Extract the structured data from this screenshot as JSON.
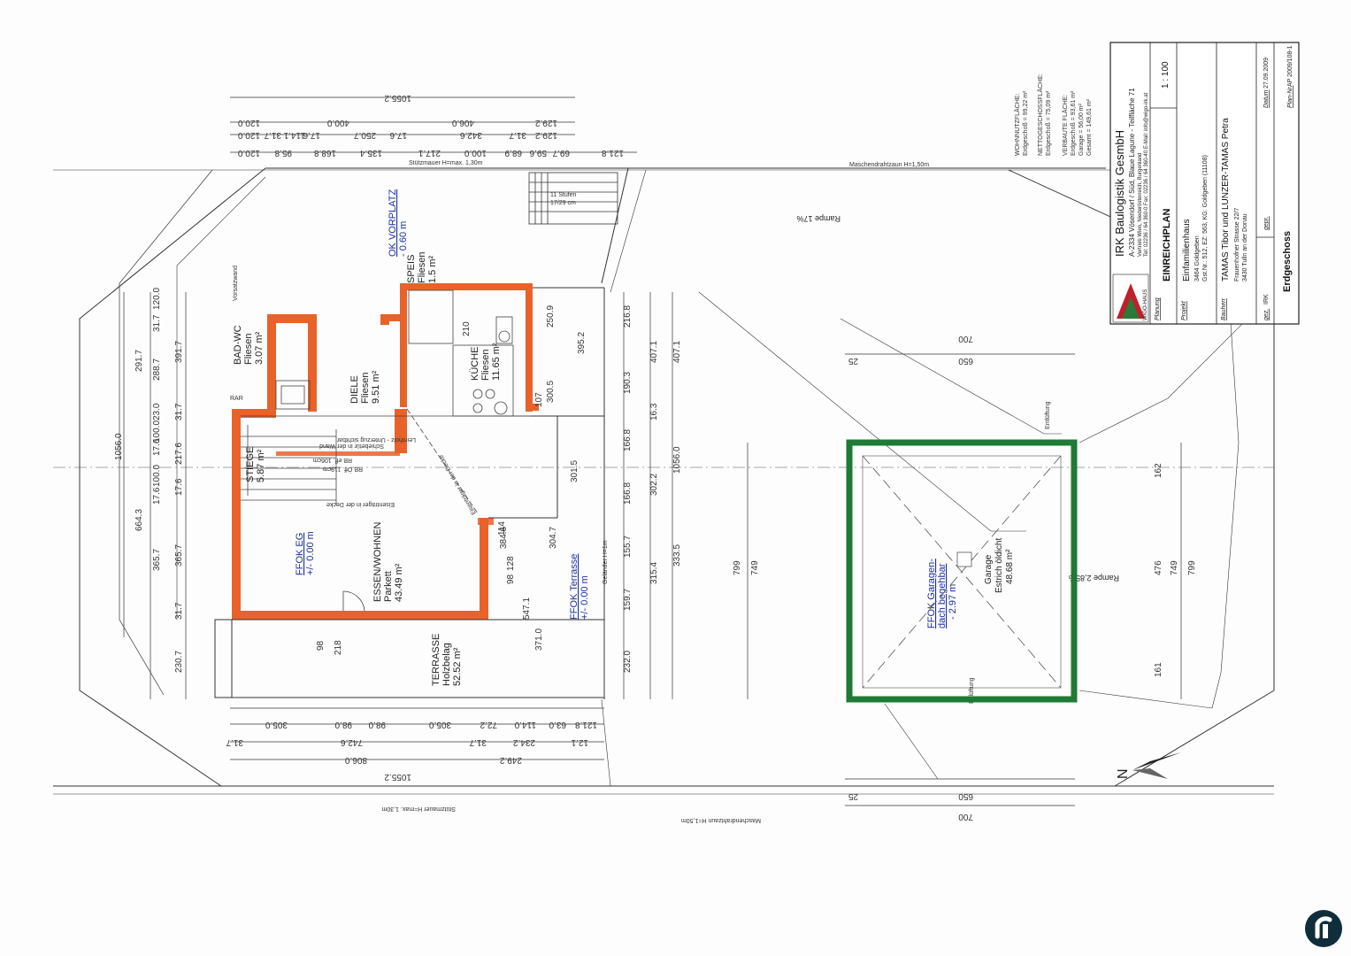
{
  "title_block": {
    "company": "IRK Baulogistik GesmbH",
    "address": "A-2334 Vösendorf / Süd, Blaue Lagune - Teilfläche 71",
    "contact1": "Vertrieb Wien, Niederösterreich, Burgenland",
    "contact2": "Tel: 02236 / 64 360-0  Fax: 02236 / 64 360-40  E-Mail: info@wigo-irk.at",
    "logo_text": "WIGO-HAUS",
    "planung_label": "Planung",
    "planung_value": "EINREICHPLAN",
    "scale": "1 : 100",
    "projekt_label": "Projekt",
    "projekt_value": "Einfamilienhaus",
    "projekt_line2": "3464 Goldgeben",
    "projekt_line3": "Gst.Nr.: 512,  EZ: 563,  KG: Goldgeben (11108)",
    "bauherr_label": "Bauherr",
    "bauherr_value": "TAMAS Tibor und LUNZER-TAMAS Petra",
    "bauherr_line2": "Frauenhofner Strasse 22/7",
    "bauherr_line3": "3430  Tulln an der Donau",
    "gez_label": "gez.",
    "gez_value": "IRK",
    "gepr_label": "gepr.",
    "datum_label": "Datum",
    "datum_value": "27.09.2009",
    "planNr_label": "Plan-Nr.",
    "planNr_value": "AP 2009/108-1",
    "sheet_title": "Erdgeschoss"
  },
  "areas": {
    "wohn_title": "WOHNNUTZFLÄCHE:",
    "wohn_line": "Erdgeschoß  =  99,22 m²",
    "netto_title": "NETTOGESCHOSSFLÄCHE:",
    "netto_line": "Erdgeschoß  =  75,09 m²",
    "verb_title": "VERBAUTE FLÄCHE:",
    "verb_line1": "Erdgeschoß  =  93,61 m²",
    "verb_line2": "Garage  =  56,00 m²",
    "verb_line3": "Gesamt  =  149,61 m²"
  },
  "rooms": {
    "badwc": {
      "name": "BAD-WC",
      "floor": "Fliesen",
      "area": "3.07 m²"
    },
    "diele": {
      "name": "DIELE",
      "floor": "Fliesen",
      "area": "9.51 m²"
    },
    "speis": {
      "name": "SPEIS",
      "floor": "Fliesen",
      "area": "1.5 m²"
    },
    "kueche": {
      "name": "KÜCHE",
      "floor": "Fliesen",
      "area": "11.65 m²"
    },
    "stiege": {
      "name": "STIEGE",
      "area": "5.87 m²"
    },
    "essen": {
      "name": "ESSEN/WOHNEN",
      "floor": "Parkett",
      "area": "43.49 m²"
    },
    "terrasse": {
      "name": "TERRASSE",
      "floor": "Holzbelag",
      "area": "52.52 m²"
    },
    "garage": {
      "name": "Garage",
      "floor": "Estrich öldicht",
      "area": "48.68 m²"
    }
  },
  "levels": {
    "vorplatz": "OK VORPLATZ",
    "vorplatz_val": "- 0.60 m",
    "ffok_eg": "FFOK EG",
    "ffok_eg_val": "+/- 0.00 m",
    "ffok_terrasse": "FFOK Terrasse",
    "ffok_terrasse_val": "+/- 0.00 m",
    "ffok_garage": "FFOK Garagen-",
    "ffok_garage2": "dach begehbar",
    "ffok_garage_val": "- 2.97 m"
  },
  "annotations": {
    "stuetzmauer_top": "Stützmauer H=max. 1,30m",
    "zaun_top": "Maschendrahtzaun  H=1,50m",
    "stuetzmauer_bottom": "Stützmauer H=max. 1,30m",
    "zaun_bottom": "Maschendrahtzaun  H=1,50m",
    "rampe_top": "Rampe 17%",
    "rampe_right": "Rampe 2,85%",
    "stufen": "11 Stufen",
    "stufen_dim": "17/29 cm",
    "gelaender": "Geländer H=1m",
    "leimholz": "Leimholz - Unterzug sichtbar",
    "eisentraeger": "Eisenträger in der Decke",
    "eisentraeger2": "Eisenträger in der Decke",
    "schiebetuer": "Schiebetür in der Wand",
    "rb": "RB Öff. 119cm",
    "rb2": "RB eff. 106cm",
    "rar": "RAR",
    "entlueftung": "Entlüftung",
    "belueftung": "Belüftung",
    "vorsatzwand": "Vorsatzwand",
    "north": "N"
  },
  "dims_top": {
    "overall": "1055.2",
    "row1": [
      "120.0",
      "400.0",
      "406.0",
      "129.2"
    ],
    "row2": [
      "120.0",
      "31.7",
      "114.1",
      "17.6",
      "250.7",
      "17.6",
      "342.6",
      "31.7",
      "129.2"
    ],
    "row3": [
      "120.0",
      "95.8",
      "168.8",
      "135.4",
      "217.1",
      "100.0",
      "68.9",
      "59.6",
      "69.7",
      "121.8"
    ]
  },
  "dims_bottom": {
    "overall": "1055.2",
    "row1": [
      "806.0",
      "249.2"
    ],
    "row2": [
      "31.7",
      "742.6",
      "31.7",
      "234.2",
      "12.1"
    ],
    "row3": [
      "305.0",
      "98.0",
      "98.0",
      "305.0",
      "72.2",
      "114.0",
      "63.0",
      "121.8"
    ]
  },
  "dims_left": {
    "overall": "1056.0",
    "row1": [
      "664.3",
      "291.7"
    ],
    "row2": [
      "365.7",
      "17.6",
      "100.0",
      "17.6",
      "100.0",
      "23.0",
      "288.7",
      "31.7",
      "120.0"
    ],
    "row3": [
      "230.7",
      "31.7",
      "365.7",
      "17.6",
      "217.6",
      "31.7",
      "391.7"
    ]
  },
  "dims_right": {
    "overall": "1056.0",
    "row1": [
      "232.0",
      "159.7",
      "155.7",
      "166.8",
      "166.8",
      "190.3",
      "216.8"
    ],
    "row2": [
      "315.4",
      "302.2",
      "16.3",
      "407.1"
    ],
    "row3": [
      "333.5",
      "407.1"
    ]
  },
  "dims_garage": {
    "width": "700",
    "inner": "650",
    "edge": "25",
    "height1": "799",
    "height2": "749",
    "side": [
      "162",
      "476",
      "161"
    ]
  },
  "dims_inner": [
    "250.9",
    "395.2",
    "300.5",
    "301.5",
    "304.7",
    "371.0",
    "547.1",
    "384.6",
    "210",
    "107",
    "128",
    "98",
    "114",
    "218",
    "98"
  ]
}
